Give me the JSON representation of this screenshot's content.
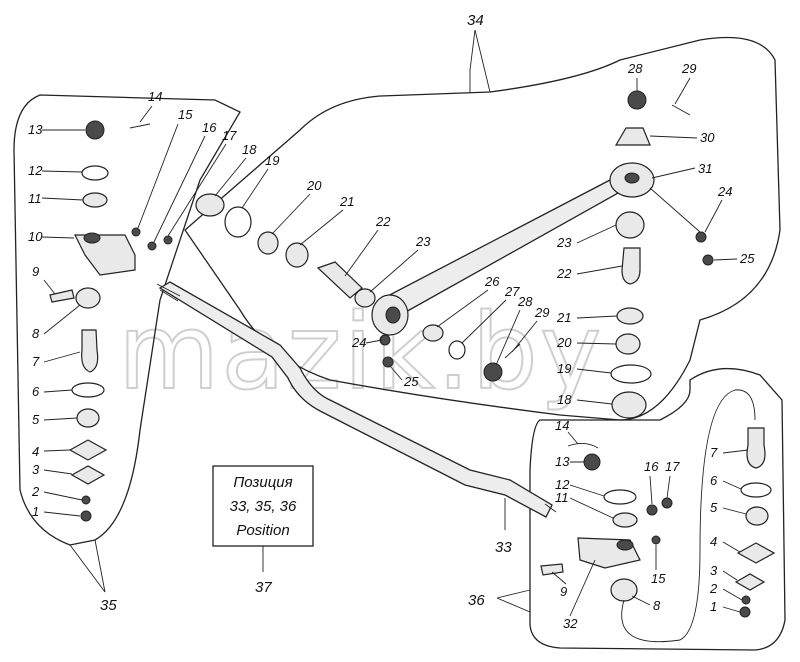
{
  "watermark": "mazik.by",
  "position_box": {
    "line1": "Позиция",
    "line2": "33, 35, 36",
    "line3": "Position"
  },
  "group_labels": {
    "g34": "34",
    "g35": "35",
    "g36": "36",
    "g37": "37",
    "rod33": "33"
  },
  "left_group": [
    "13",
    "14",
    "15",
    "16",
    "17",
    "12",
    "11",
    "10",
    "9",
    "8",
    "7",
    "6",
    "5",
    "4",
    "3",
    "2",
    "1"
  ],
  "center_group": [
    "18",
    "19",
    "20",
    "21",
    "22",
    "23",
    "24",
    "25",
    "26",
    "27",
    "28",
    "29"
  ],
  "right_top": [
    "28",
    "29",
    "30",
    "31",
    "24",
    "25",
    "23",
    "22",
    "21",
    "20",
    "19",
    "18"
  ],
  "right_bottom": [
    "14",
    "13",
    "16",
    "17",
    "12",
    "11",
    "15",
    "9",
    "32",
    "8",
    "7",
    "6",
    "5",
    "4",
    "3",
    "2",
    "1"
  ]
}
